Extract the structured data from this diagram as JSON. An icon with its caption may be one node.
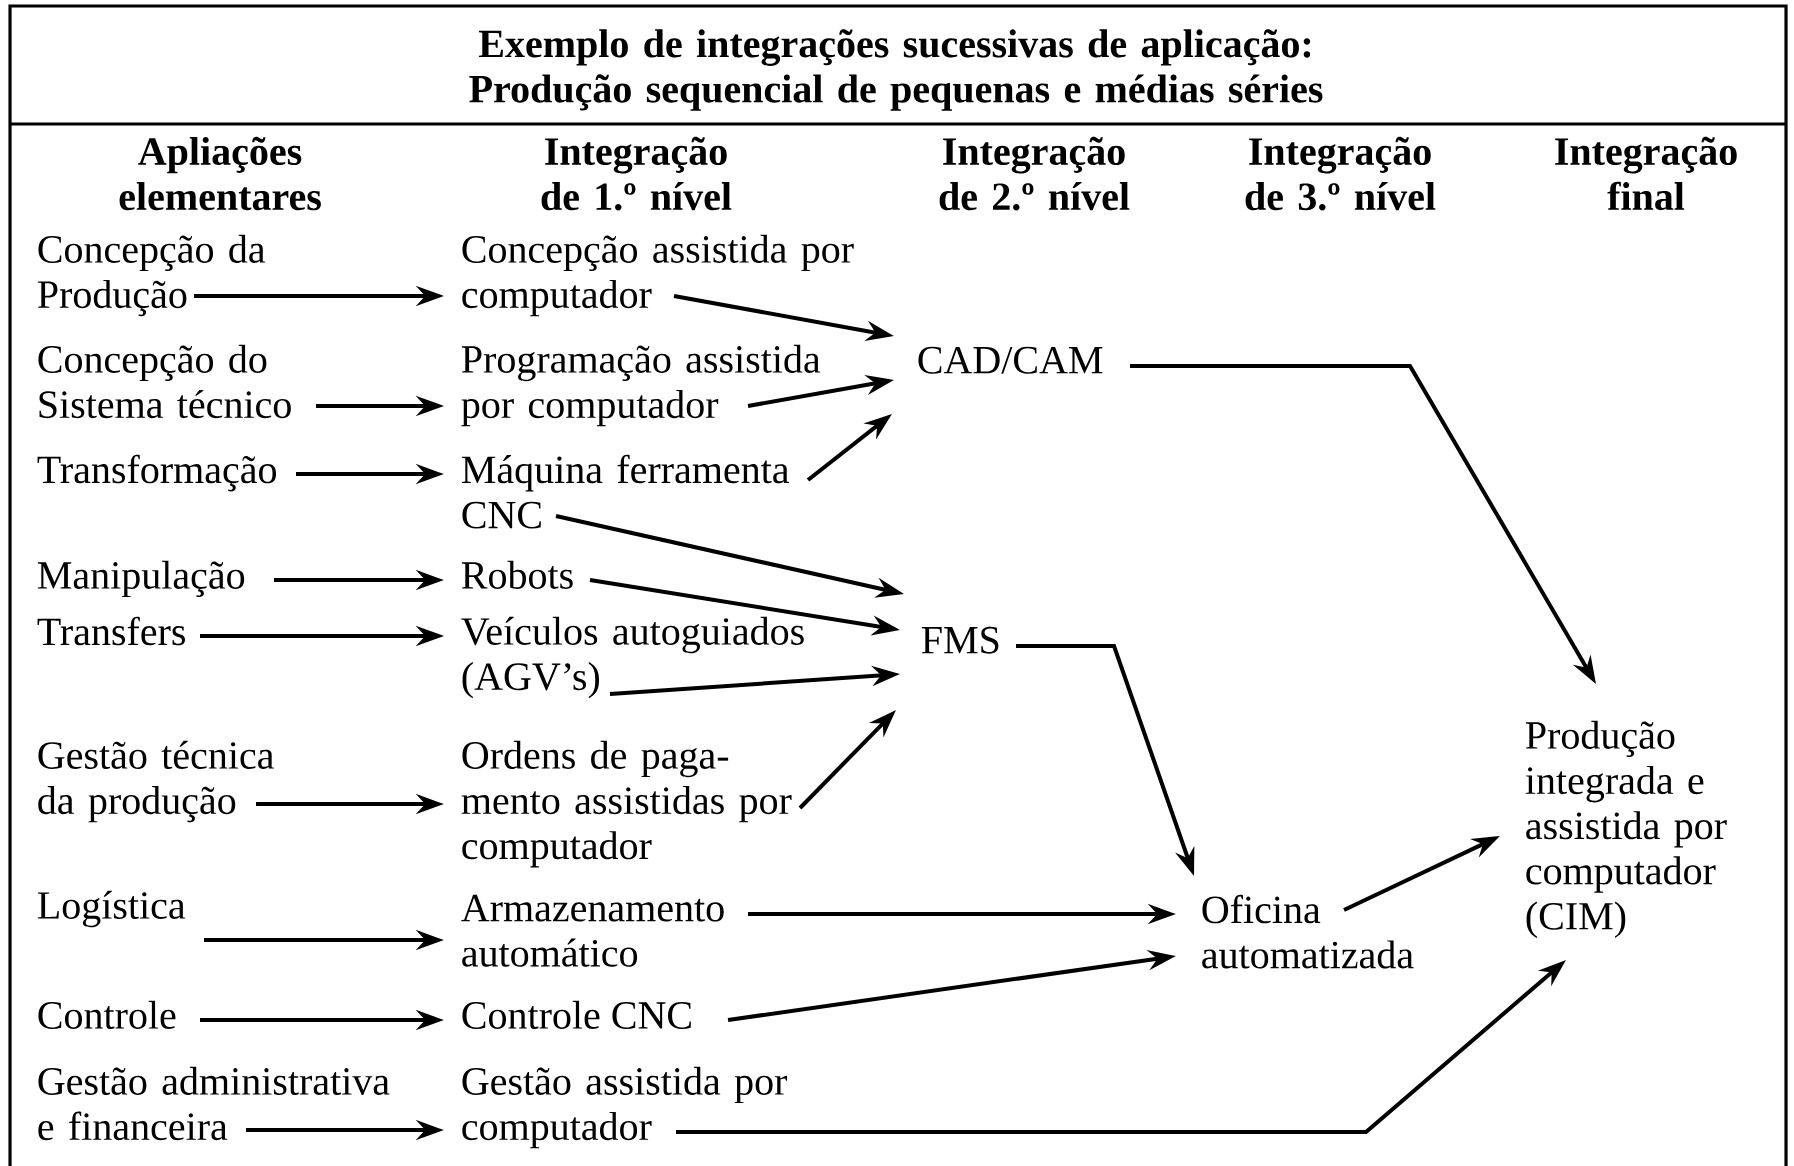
{
  "diagram": {
    "title": "Exemplo de integrações sucessivas de aplicação: Produção sequencial de pequenas e médias séries",
    "nodes": [
      {
        "text": [
          "Concepção da Produção"
        ]
      },
      {
        "text": [
          "Concepção do Sistema técnico"
        ]
      },
      {
        "text": [
          "Transformação"
        ]
      },
      {
        "text": [
          "Manipulação"
        ]
      },
      {
        "text": [
          "Transfers"
        ]
      },
      {
        "text": [
          "Gestão técnica da produção"
        ]
      },
      {
        "text": [
          "Logística"
        ]
      },
      {
        "text": [
          "Controle"
        ]
      },
      {
        "text": [
          "Gestão administrativa e financeira"
        ]
      },
      {
        "text": [
          "Concepção assistida por computador"
        ]
      },
      {
        "text": [
          "Programação assistida por computador"
        ]
      },
      {
        "text": [
          "Máquina ferramenta CNC"
        ]
      },
      {
        "text": [
          "Robots"
        ]
      },
      {
        "text": [
          "Veículos autoguiados (AGV’s)"
        ]
      },
      {
        "text": [
          "Ordens de paga- mento assistidas por computador"
        ]
      },
      {
        "text": [
          "Armazenamento automático"
        ]
      },
      {
        "text": [
          "Controle CNC"
        ]
      },
      {
        "text": [
          "Gestão assistida por computador"
        ]
      },
      {
        "text": [
          "CAD/CAM"
        ]
      },
      {
        "text": [
          "FMS"
        ]
      },
      {
        "text": [
          "Oficina automatizada"
        ]
      },
      {
        "text": [
          "Produção integrada e assistida por computador (CIM)"
        ]
      }
    ],
    "edges": [
      {
        "from": 0,
        "to": 9,
        "arrow": "to"
      },
      {
        "from": 1,
        "to": 10,
        "arrow": "to"
      },
      {
        "from": 2,
        "to": 11,
        "arrow": "to"
      },
      {
        "from": 3,
        "to": 12,
        "arrow": "to"
      },
      {
        "from": 4,
        "to": 13,
        "arrow": "to"
      },
      {
        "from": 5,
        "to": 14,
        "arrow": "to"
      },
      {
        "from": 6,
        "to": 15,
        "arrow": "to"
      },
      {
        "from": 7,
        "to": 16,
        "arrow": "to"
      },
      {
        "from": 8,
        "to": 17,
        "arrow": "to"
      },
      {
        "from": 9,
        "to": 18,
        "arrow": "to"
      },
      {
        "from": 10,
        "to": 18,
        "arrow": "to"
      },
      {
        "from": 11,
        "to": 18,
        "arrow": "to"
      },
      {
        "from": 11,
        "to": 19,
        "arrow": "to"
      },
      {
        "from": 12,
        "to": 19,
        "arrow": "to"
      },
      {
        "from": 13,
        "to": 19,
        "arrow": "to"
      },
      {
        "from": 14,
        "to": 19,
        "arrow": "to"
      },
      {
        "from": 18,
        "to": 21,
        "arrow": "to"
      },
      {
        "from": 19,
        "to": 20,
        "arrow": "to"
      },
      {
        "from": 15,
        "to": 20,
        "arrow": "to"
      },
      {
        "from": 16,
        "to": 20,
        "arrow": "to"
      },
      {
        "from": 20,
        "to": 21,
        "arrow": "to"
      },
      {
        "from": 17,
        "to": 21,
        "arrow": "to"
      }
    ],
    "labels": [
      "Apliações elementares",
      "Integração de 1.º nível",
      "Integração de 2.º nível",
      "Integração de 3.º nível",
      "Integração final"
    ]
  }
}
